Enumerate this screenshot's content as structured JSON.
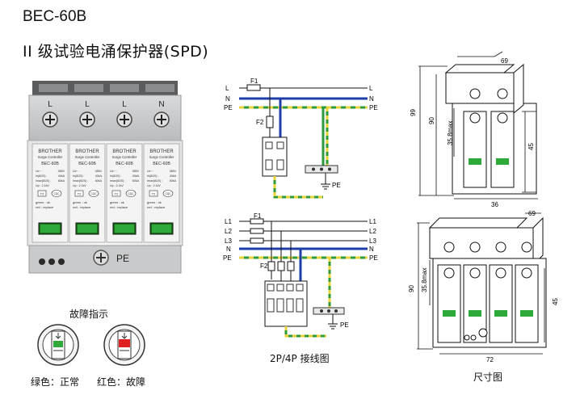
{
  "header": {
    "model": "BEC-60B",
    "subtitle": "II 级试验电涌保护器(SPD)"
  },
  "product": {
    "poles": [
      "L",
      "L",
      "L",
      "N"
    ],
    "brand": "BROTHER",
    "desc": "Surge Controller",
    "code": "BEC-60B",
    "specs": [
      [
        "Uc~ :",
        "385V"
      ],
      [
        "In(8/20) :",
        "40kA"
      ],
      [
        "Imax(8/20) :",
        "60kA"
      ],
      [
        "Up : 2.1kV",
        ""
      ]
    ],
    "class_badge": "T2",
    "cert_badge": "CQC",
    "status_ok": "green : ok",
    "status_replace": "red : replace",
    "pe_label": "PE"
  },
  "indicator": {
    "title": "故障指示",
    "green_caption": "绿色：正常",
    "red_caption": "红色：故障"
  },
  "wiring": {
    "caption": "2P/4P 接线图",
    "diagram_2p": {
      "fuse1": "F1",
      "fuse2": "F2",
      "lines": [
        "L",
        "N",
        "PE"
      ],
      "pe_ground": "PE"
    },
    "diagram_4p": {
      "fuse1": "F1",
      "fuse2": "F2",
      "lines": [
        "L1",
        "L2",
        "L3",
        "N",
        "PE"
      ],
      "pe_ground": "PE"
    }
  },
  "dimensions": {
    "caption": "尺寸图",
    "top": {
      "depth": "69",
      "height": "99",
      "body": "90",
      "max": "35.8max",
      "width": "36",
      "module": "45"
    },
    "bottom": {
      "depth": "69",
      "height": "90",
      "max": "35.8max",
      "width": "72",
      "module": "45"
    }
  },
  "colors": {
    "line_blue": "#1f3ea8",
    "pe_green": "#2e9a3a",
    "pe_yellow": "#e8d23a",
    "indicator_green": "#2faa3a",
    "indicator_red": "#e02020"
  }
}
